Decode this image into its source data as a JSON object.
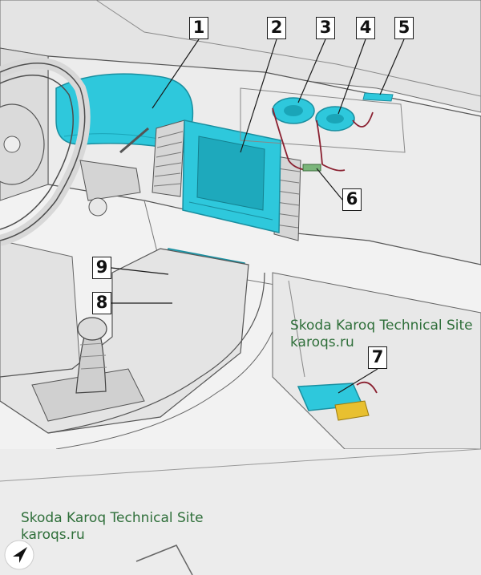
{
  "callouts": [
    "1",
    "2",
    "3",
    "4",
    "5",
    "6",
    "7",
    "8",
    "9"
  ],
  "watermarks": [
    {
      "line1": "Skoda Karoq Technical Site",
      "line2": "karoqs.ru"
    },
    {
      "line1": "Skoda Karoq Technical Site",
      "line2": "karoqs.ru"
    }
  ],
  "colors": {
    "highlight": "#2ec8dc",
    "highlight_dark": "#1aa5b8",
    "line_art": "#4d4d4d",
    "body_fill": "#e6e6e6",
    "background": "#f2f2f2",
    "wiring": "#8a2030",
    "connector_yellow": "#e8c030",
    "watermark_text": "#2f6f3a"
  },
  "icons": [
    "north-arrow-icon"
  ]
}
